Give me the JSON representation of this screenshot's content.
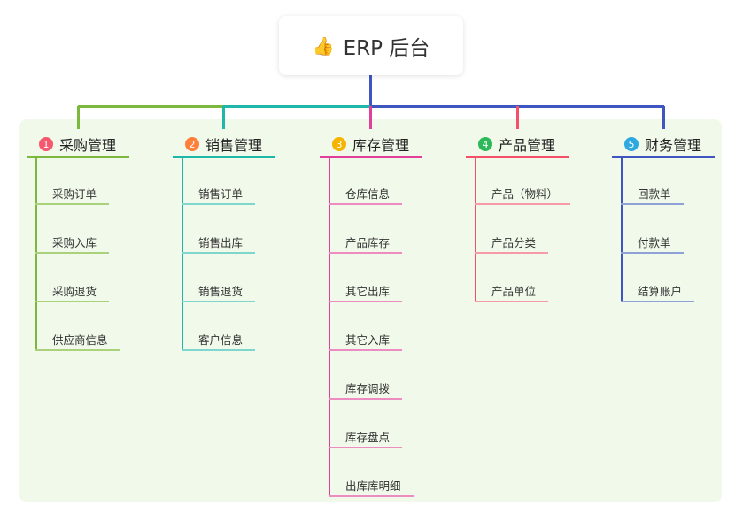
{
  "root": {
    "icon": "thumbs-up-icon",
    "title": "ERP 后台"
  },
  "branches": [
    {
      "num": "1",
      "label": "采购管理",
      "color": "#7cb83e",
      "leafColor": "#a9d27a",
      "badgeColor": "#f5576c",
      "leaves": [
        "采购订单",
        "采购入库",
        "采购退货",
        "供应商信息"
      ]
    },
    {
      "num": "2",
      "label": "销售管理",
      "color": "#1fb8a8",
      "leafColor": "#7fd6cc",
      "badgeColor": "#ff7f3a",
      "leaves": [
        "销售订单",
        "销售出库",
        "销售退货",
        "客户信息"
      ]
    },
    {
      "num": "3",
      "label": "库存管理",
      "color": "#e0409a",
      "leafColor": "#ec8cc0",
      "badgeColor": "#f5b400",
      "leaves": [
        "仓库信息",
        "产品库存",
        "其它出库",
        "其它入库",
        "库存调拨",
        "库存盘点",
        "出库库明细"
      ]
    },
    {
      "num": "4",
      "label": "产品管理",
      "color": "#f5506a",
      "leafColor": "#f59aa6",
      "badgeColor": "#2db85a",
      "leaves": [
        "产品（物料）",
        "产品分类",
        "产品单位"
      ]
    },
    {
      "num": "5",
      "label": "财务管理",
      "color": "#3f55c0",
      "leafColor": "#8fa2d8",
      "badgeColor": "#2ea8e0",
      "leaves": [
        "回款单",
        "付款单",
        "结算账户"
      ]
    }
  ]
}
